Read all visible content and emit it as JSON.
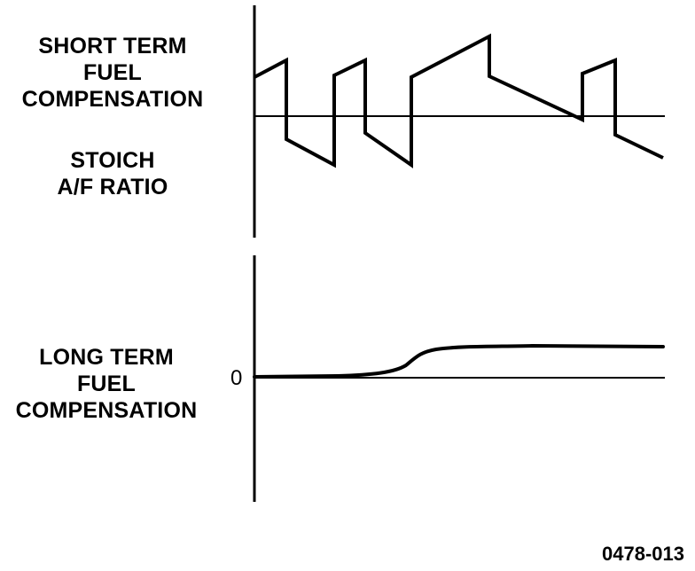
{
  "short_term_label": [
    "SHORT TERM",
    "FUEL",
    "COMPENSATION"
  ],
  "stoich_label": [
    "STOICH",
    "A/F RATIO"
  ],
  "long_term_label": [
    "LONG TERM",
    "FUEL",
    "COMPENSATION"
  ],
  "zero_label": "0",
  "figure_number": "0478-013",
  "colors": {
    "ink": "#000000",
    "background": "#ffffff"
  }
}
